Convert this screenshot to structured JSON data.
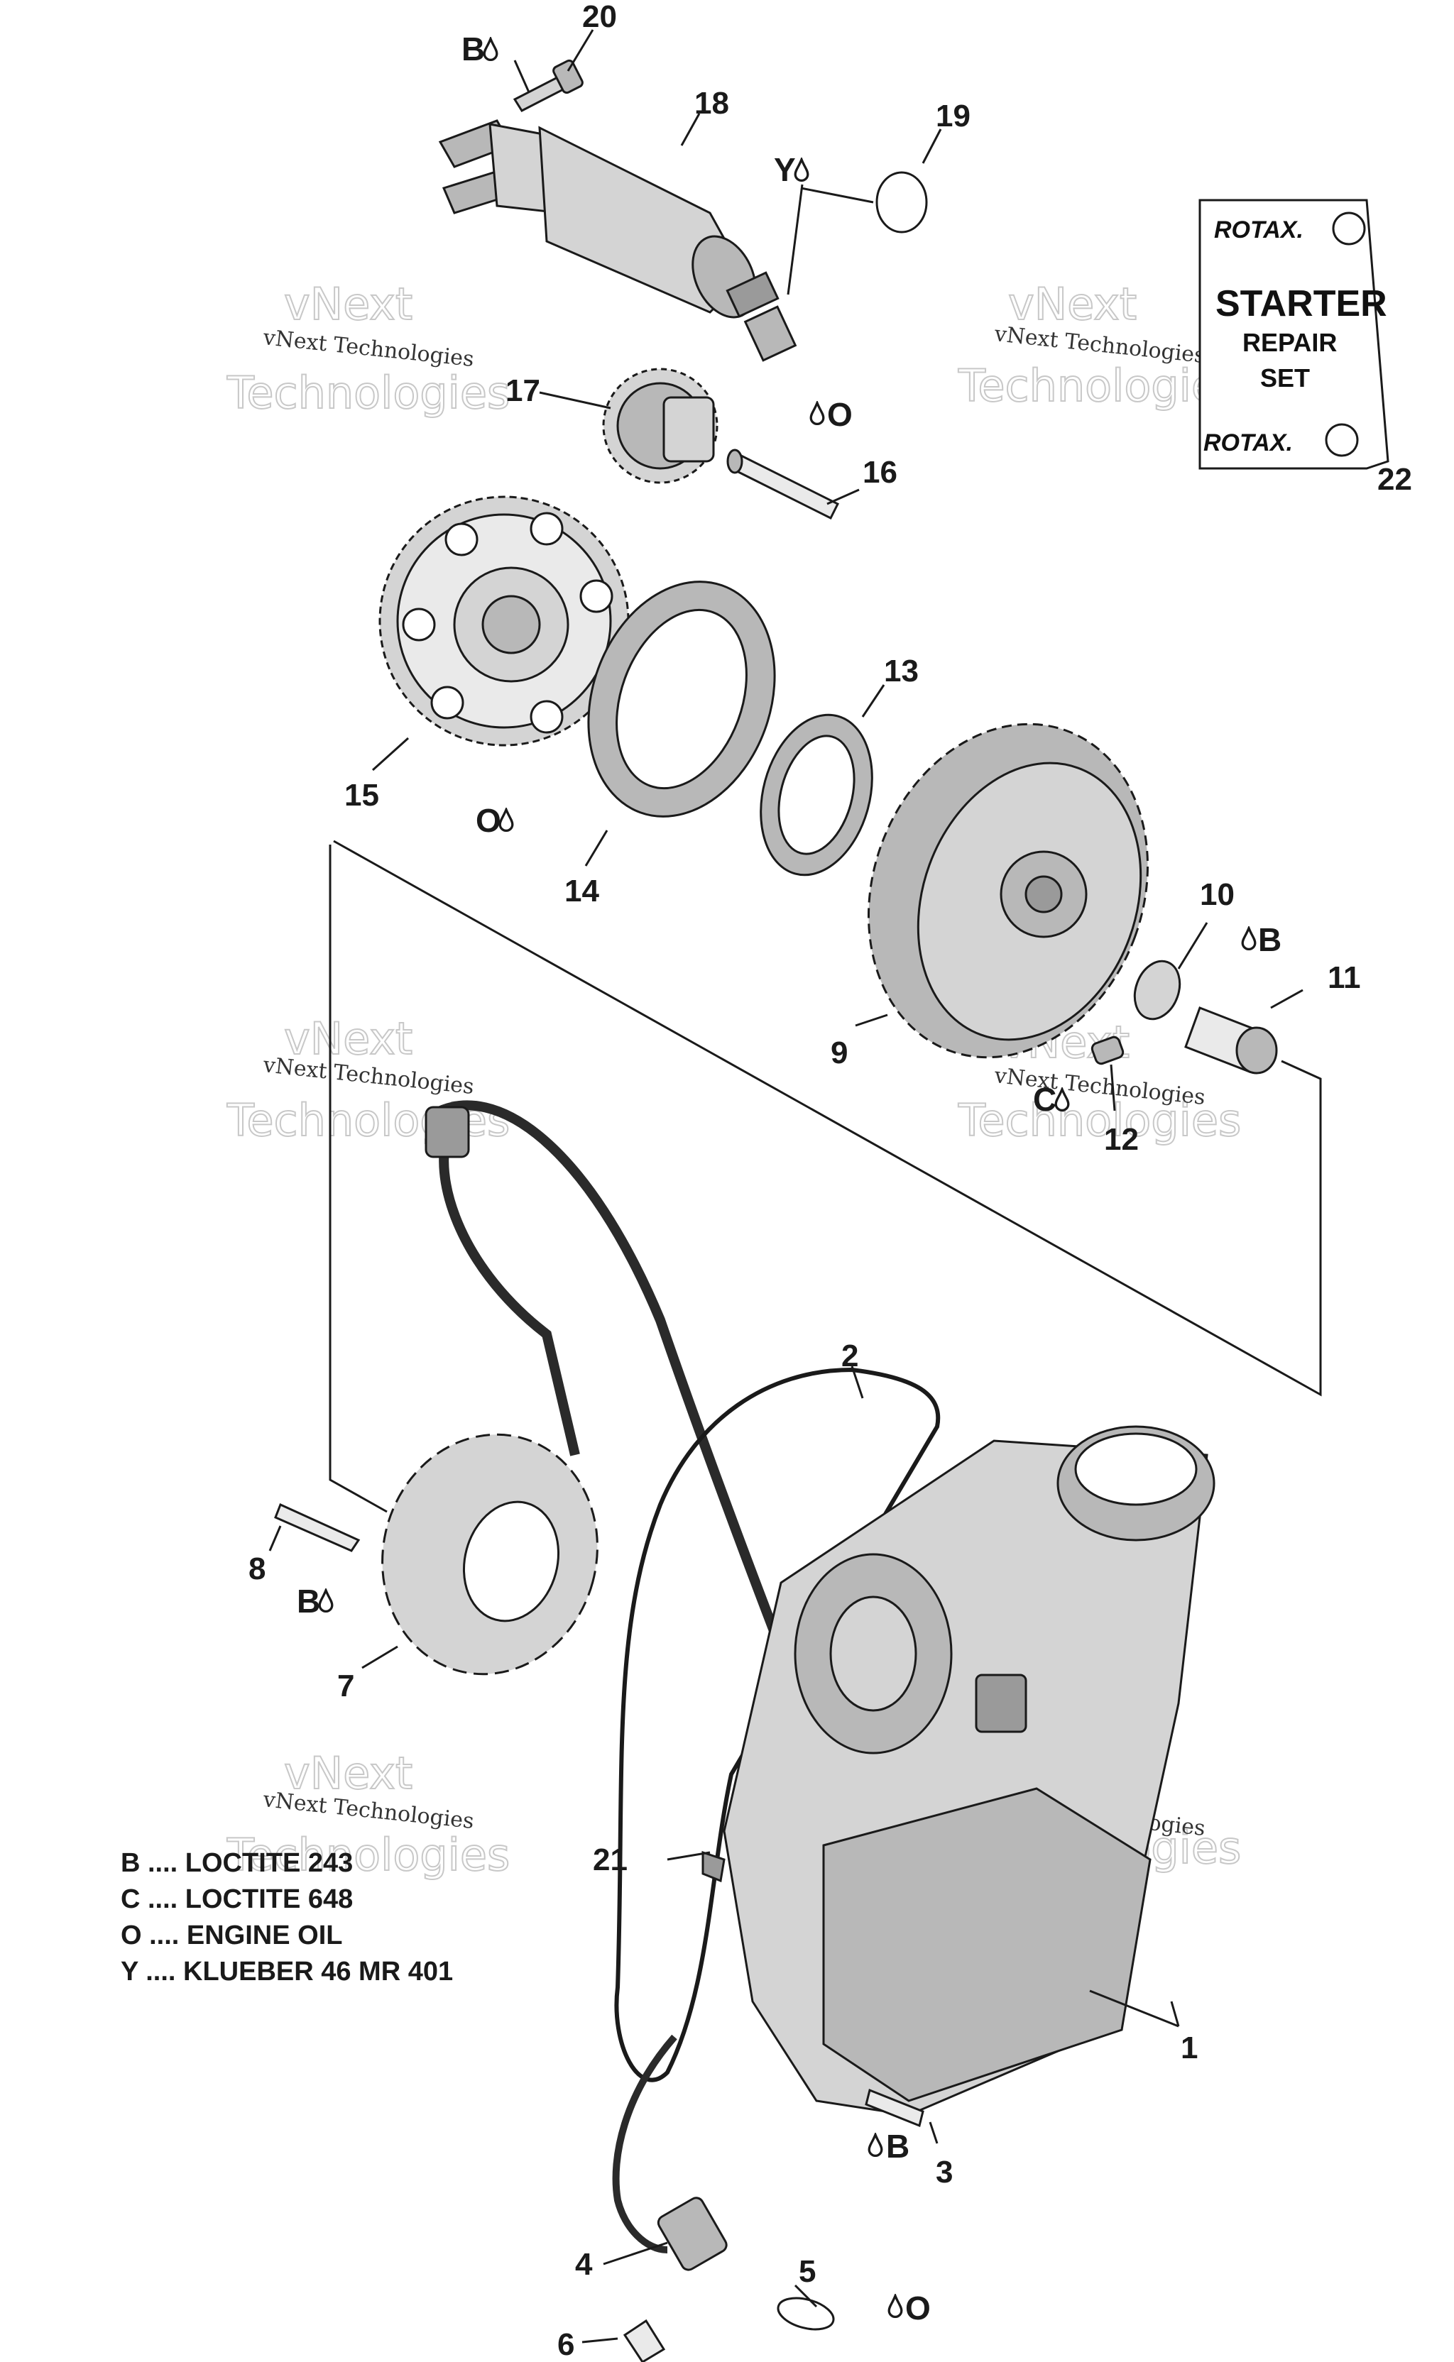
{
  "callouts": {
    "c1": "1",
    "c2": "2",
    "c3": "3",
    "c4": "4",
    "c5": "5",
    "c6": "6",
    "c7": "7",
    "c8": "8",
    "c9": "9",
    "c10": "10",
    "c11": "11",
    "c12": "12",
    "c13": "13",
    "c14": "14",
    "c15": "15",
    "c16": "16",
    "c17": "17",
    "c18": "18",
    "c19": "19",
    "c20": "20",
    "c21": "21",
    "c22": "22"
  },
  "codes": {
    "b": "B",
    "c": "C",
    "o": "O",
    "y": "Y"
  },
  "kit": {
    "brand": "ROTAX.",
    "title": "STARTER",
    "line2": "REPAIR",
    "line3": "SET"
  },
  "legend": [
    "B .... LOCTITE 243",
    "C .... LOCTITE 648",
    "O .... ENGINE OIL",
    "Y .... KLUEBER 46 MR 401"
  ],
  "watermark": {
    "line1": "vNext Technologies",
    "line2": "vNext",
    "line3": "Technologies"
  }
}
